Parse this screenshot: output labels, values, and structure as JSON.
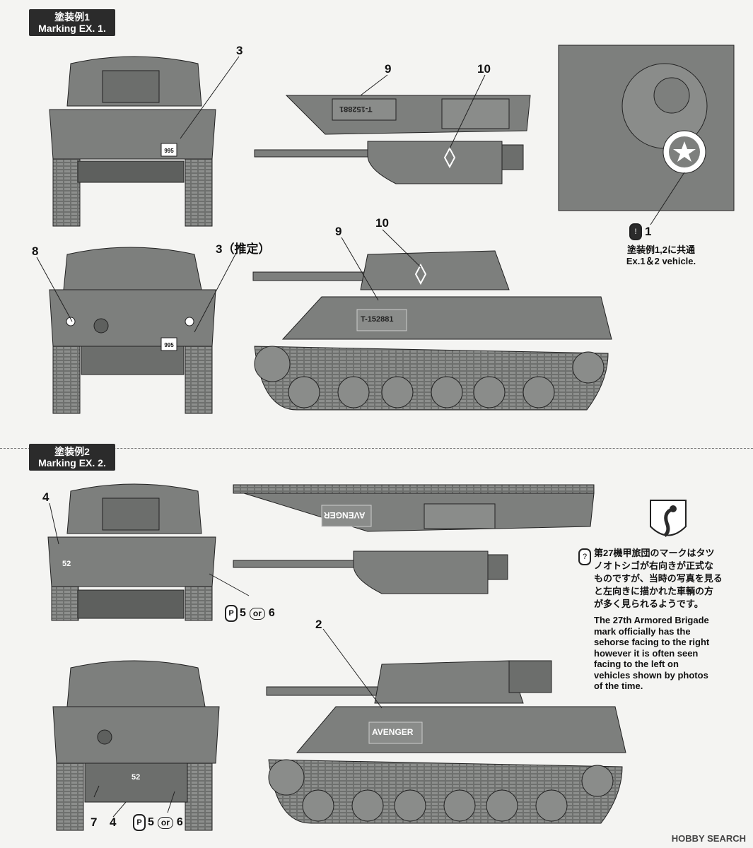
{
  "sections": [
    {
      "label_jp": "塗装例1",
      "label_en": "Marking EX. 1."
    },
    {
      "label_jp": "塗装例2",
      "label_en": "Marking EX. 2."
    }
  ],
  "callouts": {
    "c3_top": "3",
    "c3_est": "3（推定）",
    "c8": "8",
    "c9_top": "9",
    "c10_top": "10",
    "c9_side": "9",
    "c10_side": "10",
    "c4": "4",
    "c2": "2",
    "c7": "7",
    "c4_bottom": "4",
    "c1": "1"
  },
  "vehicle_text": {
    "serial": "T-152881",
    "plate": "995",
    "name": "AVENGER",
    "tac_number": "52"
  },
  "common_caption": {
    "jp": "塗装例1,2に共通",
    "en": "Ex.1＆2 vehicle."
  },
  "paint_codes": {
    "a": "5",
    "or_label": "or",
    "b": "6"
  },
  "brigade_note": {
    "jp_lines": [
      "第27機甲旅団のマークはタツ",
      "ノオトシゴが右向きが正式な",
      "ものですが、当時の写真を見る",
      "と左向きに描かれた車輌の方",
      "が多く見られるようです。"
    ],
    "en_lines": [
      "The 27th Armored Brigade",
      "mark officially has the",
      "sehorse facing to the right",
      "however it is often seen",
      "facing to the left on",
      "vehicles shown by photos",
      "of the time."
    ]
  },
  "watermark": "HOBBY SEARCH",
  "colors": {
    "tank": "#7d7f7d",
    "tank_dark": "#5e605e",
    "line": "#222222"
  }
}
